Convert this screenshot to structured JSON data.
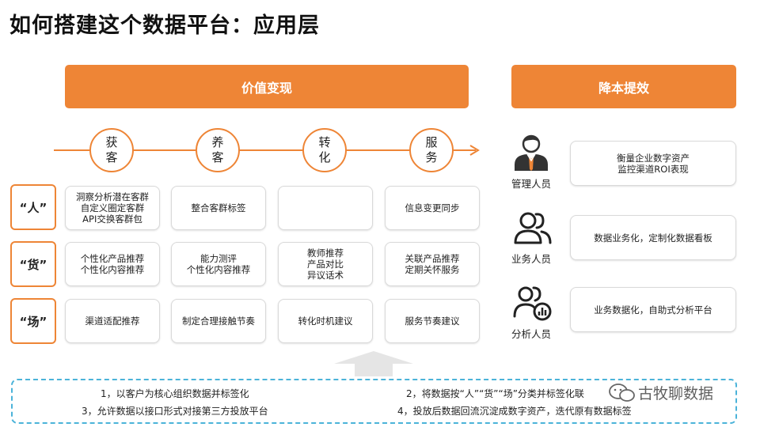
{
  "title": "如何搭建这个数据平台：应用层",
  "banners": {
    "value": "价值变现",
    "cost": "降本提效"
  },
  "stages": [
    {
      "label": "获客"
    },
    {
      "label": "养客"
    },
    {
      "label": "转化"
    },
    {
      "label": "服务"
    }
  ],
  "rows": [
    {
      "label": "“人”",
      "cells": [
        "洞察分析潜在客群\n自定义圈定客群\nAPI交换客群包",
        "整合客群标签",
        "",
        "信息变更同步"
      ]
    },
    {
      "label": "“货”",
      "cells": [
        "个性化产品推荐\n个性化内容推荐",
        "能力测评\n个性化内容推荐",
        "教师推荐\n产品对比\n异议话术",
        "关联产品推荐\n定期关怀服务"
      ]
    },
    {
      "label": "“场”",
      "cells": [
        "渠道适配推荐",
        "制定合理接触节奏",
        "转化时机建议",
        "服务节奏建议"
      ]
    }
  ],
  "roles": [
    {
      "label": "管理人员",
      "icon": "manager-icon",
      "desc": "衡量企业数字资产\n监控渠道ROI表现"
    },
    {
      "label": "业务人员",
      "icon": "business-users-icon",
      "desc": "数据业务化，定制化数据看板"
    },
    {
      "label": "分析人员",
      "icon": "analyst-icon",
      "desc": "业务数据化，自助式分析平台"
    }
  ],
  "notes": [
    "1，以客户为核心组织数据并标签化",
    "2，将数据按“人”“货”“场”分类并标签化联",
    "3，允许数据以接口形式对接第三方投放平台",
    "4，投放后数据回流沉淀成数字资产，迭代原有数据标签"
  ],
  "watermark": "古牧聊数据",
  "colors": {
    "accent": "#EE8536",
    "dashed": "#4BB3D9",
    "arrow": "#E5E5E5"
  }
}
